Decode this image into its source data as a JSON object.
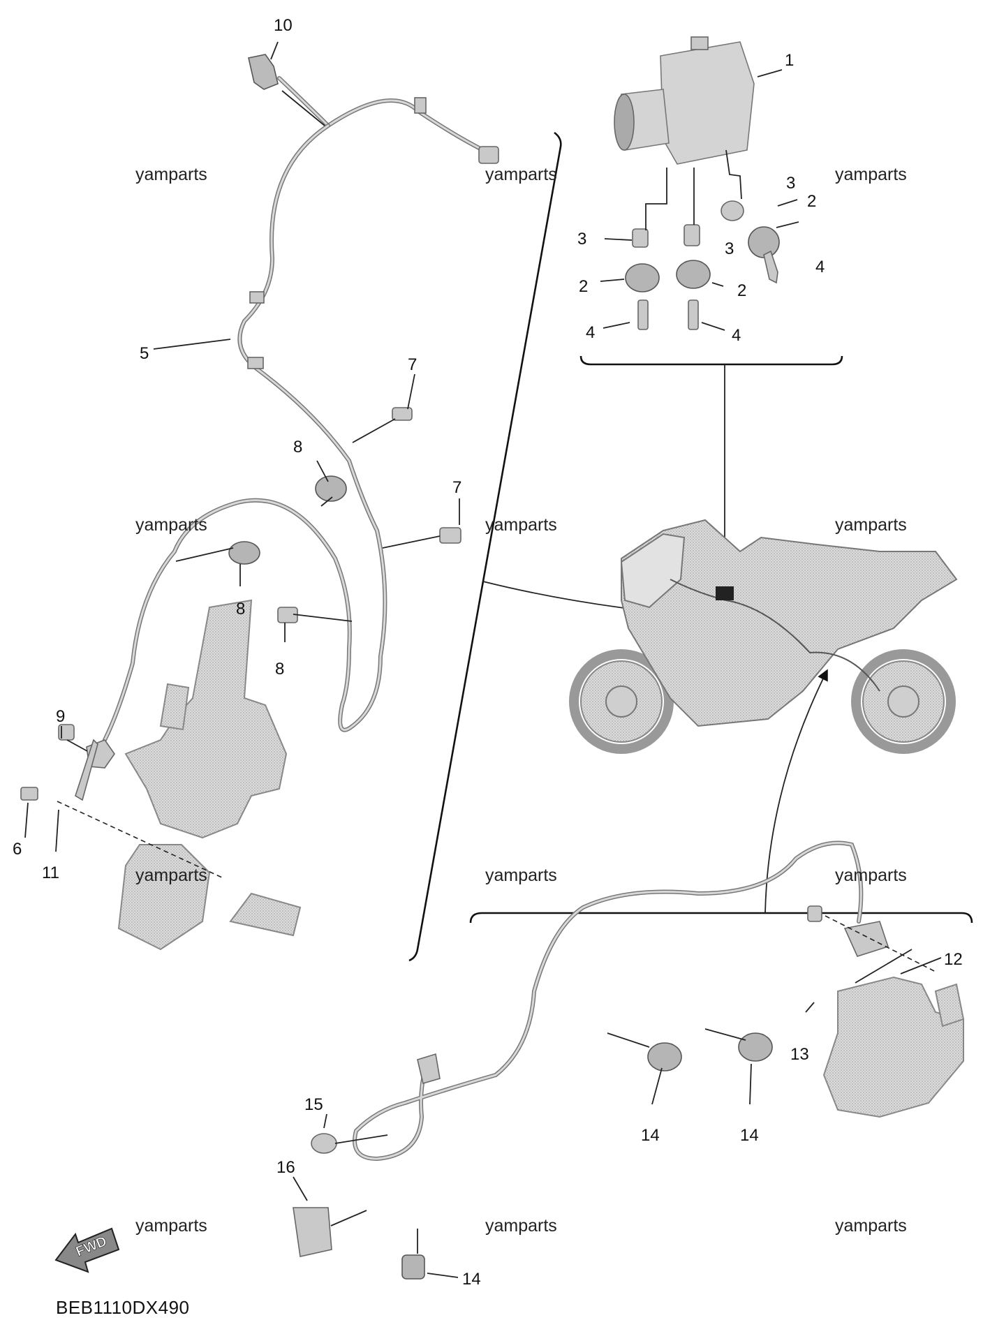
{
  "diagram": {
    "drawing_code": "BEB1110DX490",
    "fwd_label": "FWD",
    "watermark": "yamparts",
    "callouts": [
      "1",
      "2",
      "3",
      "4",
      "5",
      "6",
      "7",
      "8",
      "9",
      "10",
      "11",
      "12",
      "13",
      "14",
      "15",
      "16"
    ]
  }
}
